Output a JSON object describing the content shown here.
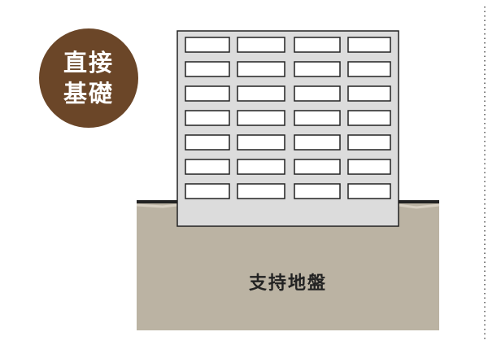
{
  "badge": {
    "line1": "直接",
    "line2": "基礎",
    "color": "#6b4628"
  },
  "ground": {
    "label": "支持地盤",
    "color": "#bbb3a3"
  },
  "building": {
    "fill": "#dcdcdc",
    "window_fill": "#ffffff",
    "floors": 7,
    "windows_per_floor": 4
  }
}
